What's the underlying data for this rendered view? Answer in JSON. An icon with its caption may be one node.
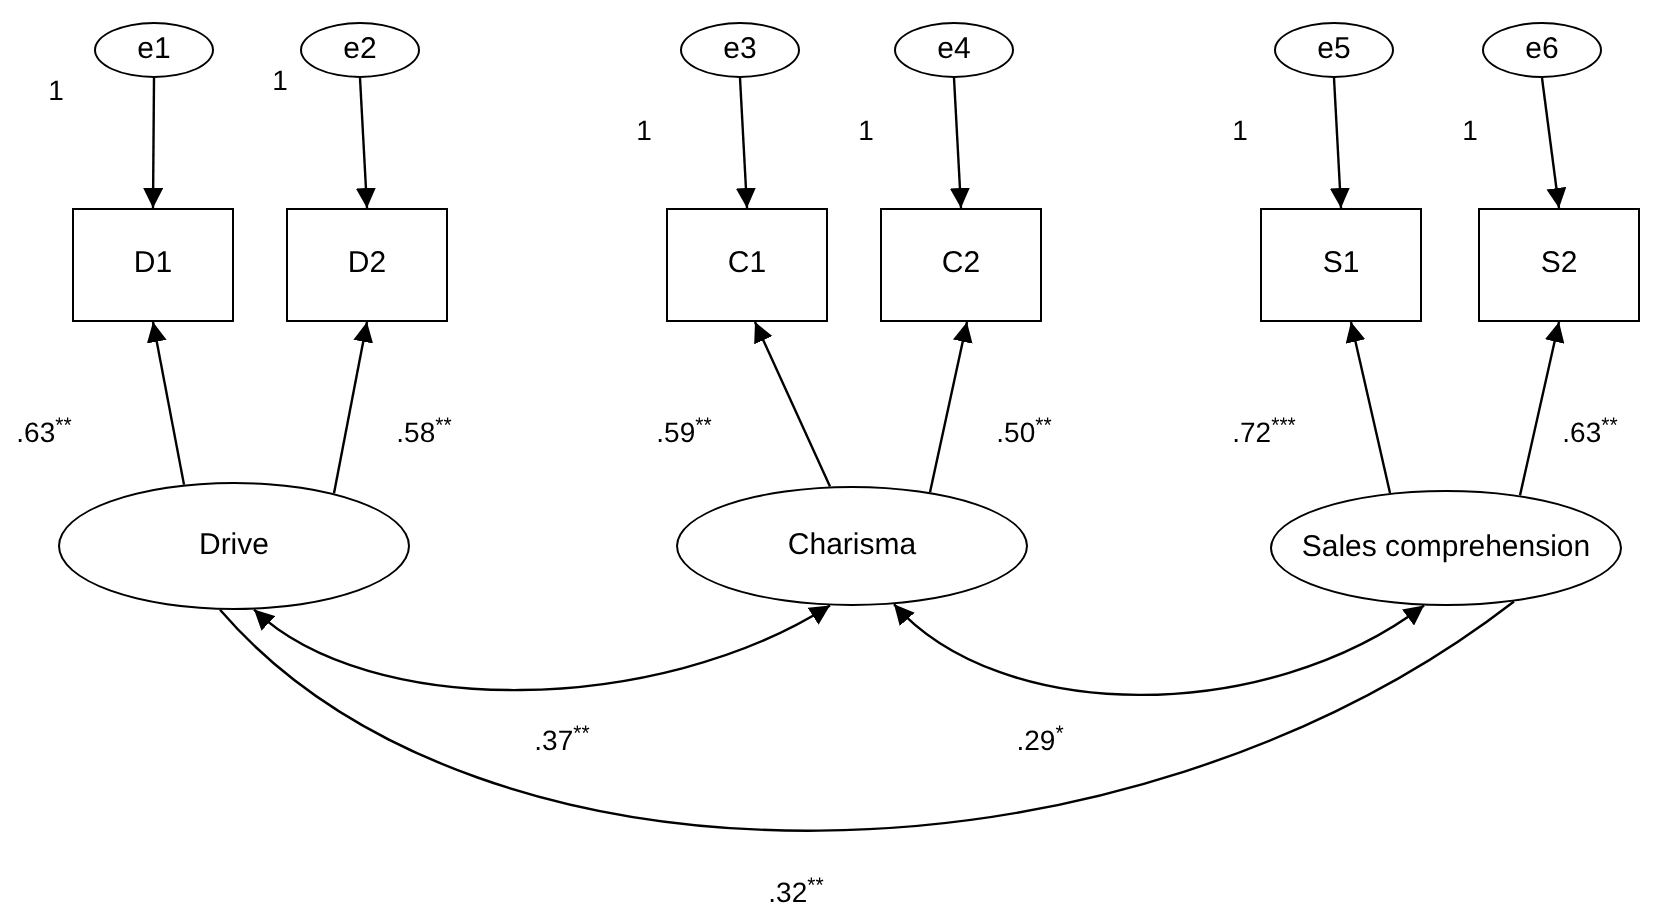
{
  "diagram": {
    "nodes": [
      {
        "text": [
          "e1"
        ]
      },
      {
        "text": [
          "e2"
        ]
      },
      {
        "text": [
          "e3"
        ]
      },
      {
        "text": [
          "e4"
        ]
      },
      {
        "text": [
          "e5"
        ]
      },
      {
        "text": [
          "e6"
        ]
      },
      {
        "text": [
          "D1"
        ]
      },
      {
        "text": [
          "D2"
        ]
      },
      {
        "text": [
          "C1"
        ]
      },
      {
        "text": [
          "C2"
        ]
      },
      {
        "text": [
          "S1"
        ]
      },
      {
        "text": [
          "S2"
        ]
      },
      {
        "text": [
          "Drive"
        ]
      },
      {
        "text": [
          "Charisma"
        ]
      },
      {
        "text": [
          "Sales comprehension"
        ]
      }
    ],
    "edges": [
      {
        "from": 0,
        "to": 6,
        "arrow": "to",
        "label": "1"
      },
      {
        "from": 1,
        "to": 7,
        "arrow": "to",
        "label": "1"
      },
      {
        "from": 2,
        "to": 8,
        "arrow": "to",
        "label": "1"
      },
      {
        "from": 3,
        "to": 9,
        "arrow": "to",
        "label": "1"
      },
      {
        "from": 4,
        "to": 10,
        "arrow": "to",
        "label": "1"
      },
      {
        "from": 5,
        "to": 11,
        "arrow": "to",
        "label": "1"
      },
      {
        "from": 12,
        "to": 6,
        "arrow": "to",
        "label": ".63$^{**}$"
      },
      {
        "from": 12,
        "to": 7,
        "arrow": "to",
        "label": ".58$^{**}$"
      },
      {
        "from": 13,
        "to": 8,
        "arrow": "to",
        "label": ".59$^{**}$"
      },
      {
        "from": 13,
        "to": 9,
        "arrow": "to",
        "label": ".50$^{**}$"
      },
      {
        "from": 14,
        "to": 10,
        "arrow": "to",
        "label": ".72$^{***}$"
      },
      {
        "from": 14,
        "to": 11,
        "arrow": "to",
        "label": ".63$^{**}$"
      },
      {
        "from": 12,
        "to": 13,
        "arrow": "both",
        "label": ".37$^{**}$"
      },
      {
        "from": 13,
        "to": 14,
        "arrow": "both",
        "label": ".29$^{*}$"
      },
      {
        "from": 12,
        "to": 14,
        "arrow": "none",
        "label": ".32$^{**}$"
      }
    ]
  }
}
